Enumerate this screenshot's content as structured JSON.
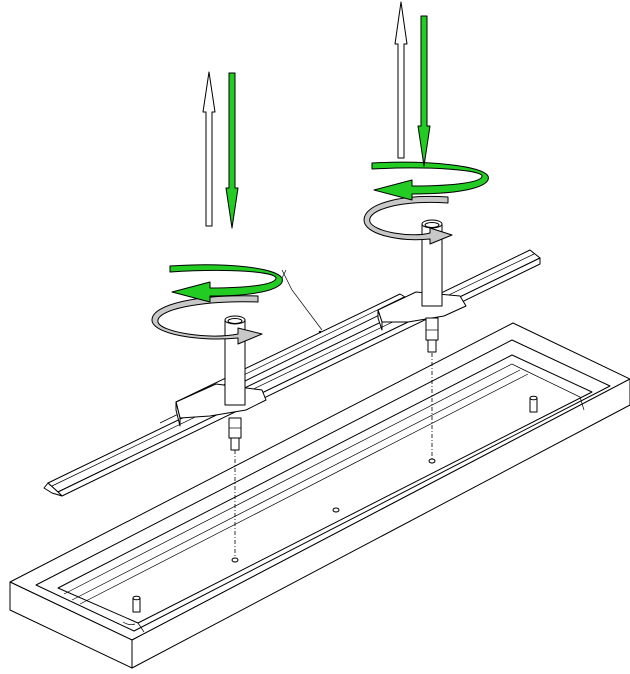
{
  "diagram": {
    "description_free": true,
    "colors": {
      "green_arrow": "#22cc22",
      "green_dark": "#0a8a0a",
      "gray_arrow": "#c8c8c8",
      "outline": "#000000"
    },
    "icons": [
      "up-arrow-white",
      "down-arrow-green",
      "rotate-arrow-green",
      "rotate-arrow-gray"
    ]
  }
}
